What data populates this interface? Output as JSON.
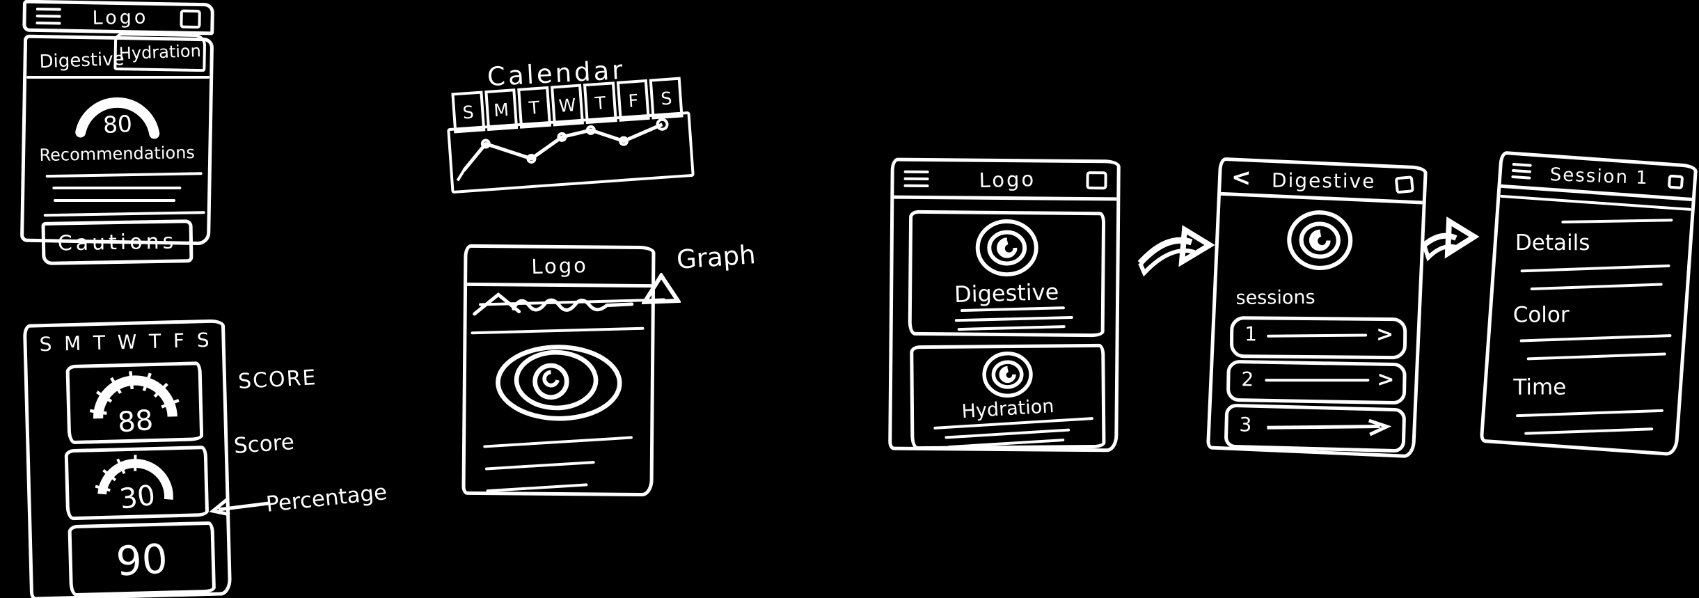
{
  "colors": {
    "background": "#000000",
    "ink": "#ffffff"
  },
  "panels": {
    "home_tabs": {
      "logo": "Logo",
      "tabs": [
        {
          "label": "Digestive"
        },
        {
          "label": "Hydration"
        }
      ],
      "gauge": {
        "value": "80"
      },
      "recommendations_label": "Recommendations",
      "cautions_button_label": "Cautions"
    },
    "week_scores": {
      "weekdays": [
        "S",
        "M",
        "T",
        "W",
        "T",
        "F",
        "S"
      ],
      "cards": [
        {
          "type": "gauge",
          "value": "88"
        },
        {
          "type": "gauge",
          "value": "30"
        },
        {
          "type": "number",
          "value": "90"
        }
      ],
      "annotations": [
        {
          "label": "SCORE"
        },
        {
          "label": "Score"
        },
        {
          "label": "Percentage"
        }
      ]
    },
    "calendar": {
      "title": "Calendar",
      "days": [
        "S",
        "M",
        "T",
        "W",
        "T",
        "F",
        "S"
      ]
    },
    "logo_graph": {
      "logo": "Logo",
      "graph_annotation": "Graph"
    },
    "home_cards": {
      "logo": "Logo",
      "cards": [
        {
          "label": "Digestive"
        },
        {
          "label": "Hydration"
        }
      ]
    },
    "digestive_detail": {
      "back_label": "<",
      "title": "Digestive",
      "sessions_label": "sessions",
      "chevron": ">",
      "rows": [
        {
          "number": "1"
        },
        {
          "number": "2"
        },
        {
          "number": "3"
        }
      ]
    },
    "session_detail": {
      "title": "Session 1",
      "fields": [
        {
          "label": "Details"
        },
        {
          "label": "Color"
        },
        {
          "label": "Time"
        }
      ]
    }
  }
}
